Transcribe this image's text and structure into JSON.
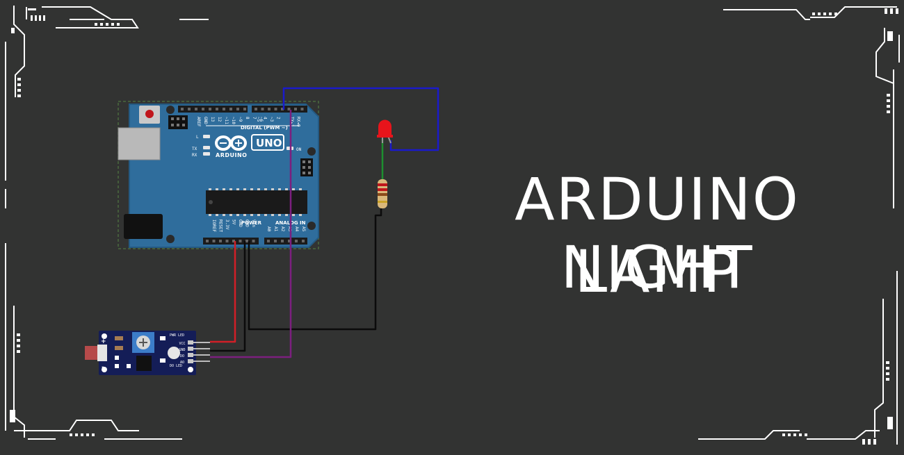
{
  "title": {
    "line1": "ARDUINO NIGHT",
    "line2": "LAMP"
  },
  "board": {
    "logo": "ARDUINO",
    "model": "UNO",
    "digital_label": "DIGITAL (PWM ~)",
    "analog_label": "ANALOG IN",
    "power_label": "POWER",
    "digital_pins": [
      "AREF",
      "GND",
      "13",
      "12",
      "~11",
      "~10",
      "~9",
      "8",
      "7",
      "~6",
      "~5",
      "4",
      "~3",
      "2",
      "TX▸1",
      "RX◂0"
    ],
    "power_pins": [
      "IOREF",
      "RESET",
      "3.3V",
      "5V",
      "GND",
      "GND",
      "Vin"
    ],
    "analog_pins": [
      "A0",
      "A1",
      "A2",
      "A3",
      "A4",
      "A5"
    ],
    "led_labels": {
      "l": "L",
      "tx": "TX",
      "rx": "RX",
      "on": "ON"
    }
  },
  "sensor": {
    "pin_labels": [
      "VCC",
      "GND",
      "DO",
      "AO"
    ],
    "led_labels": {
      "pwr": "PWR LED",
      "do": "DO LED"
    }
  },
  "colors": {
    "background": "#323332",
    "board": "#2f6d9c",
    "wire_blue": "#1a1acb",
    "wire_red": "#d11f27",
    "wire_black": "#0b0b0b",
    "wire_purple": "#7c1f7f",
    "wire_green": "#1d8f2f",
    "led": "#e8141b",
    "decor": "#ffffff"
  }
}
